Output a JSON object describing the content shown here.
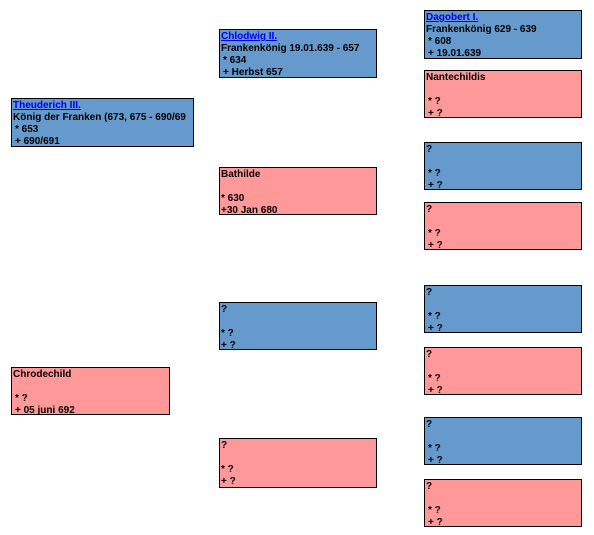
{
  "people": {
    "p1": {
      "name": "Theuderich III.",
      "lines": [
        "König der Franken (673, 675 - 690/69",
        "* 653",
        "+ 690/691"
      ]
    },
    "p2": {
      "name": "Chrodechild",
      "lines": [
        "",
        "* ?",
        "+ 05 juni 692"
      ]
    },
    "p3": {
      "name": "Chlodwig II.",
      "lines": [
        "Frankenkönig 19.01.639 - 657",
        "* 634",
        "+ Herbst 657"
      ]
    },
    "p4": {
      "name": "Bathilde",
      "lines": [
        "",
        "* 630",
        "+30 Jan 680"
      ]
    },
    "p5": {
      "name": "?",
      "lines": [
        "",
        "* ?",
        "+ ?"
      ]
    },
    "p6": {
      "name": "?",
      "lines": [
        "",
        "* ?",
        "+ ?"
      ]
    },
    "p7": {
      "name": "Dagobert I.",
      "lines": [
        "Frankenkönig 629 - 639",
        "* 608",
        "+ 19.01.639"
      ]
    },
    "p8": {
      "name": "Nantechildis",
      "lines": [
        "",
        "* ?",
        "+ ?"
      ]
    },
    "p9": {
      "name": "?",
      "lines": [
        "",
        "* ?",
        "+ ?"
      ]
    },
    "p10": {
      "name": "?",
      "lines": [
        "",
        "* ?",
        "+ ?"
      ]
    },
    "p11": {
      "name": "?",
      "lines": [
        "",
        "* ?",
        "+ ?"
      ]
    },
    "p12": {
      "name": "?",
      "lines": [
        "",
        "* ?",
        "+ ?"
      ]
    },
    "p13": {
      "name": "?",
      "lines": [
        "",
        "* ?",
        "+ ?"
      ]
    },
    "p14": {
      "name": "?",
      "lines": [
        "",
        "* ?",
        "+ ?"
      ]
    }
  }
}
